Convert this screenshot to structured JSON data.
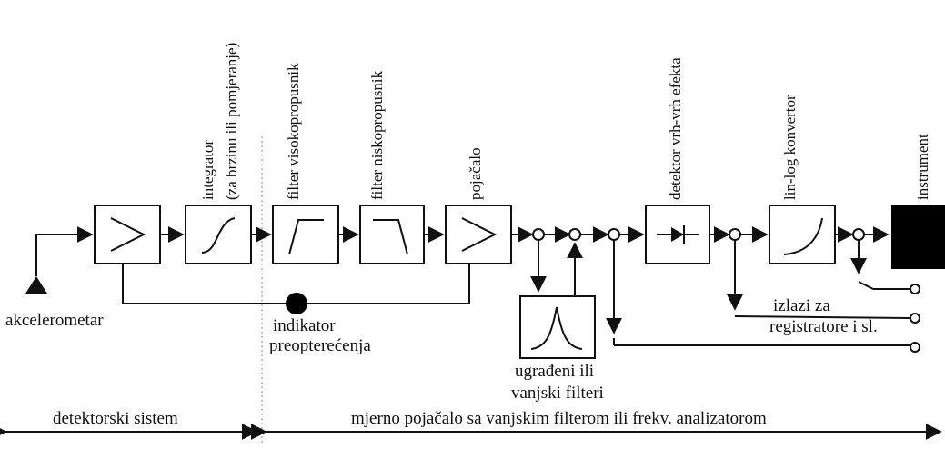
{
  "labels": {
    "sensor": "akcelerometar",
    "integrator_line1": "integrator",
    "integrator_line2": "(za brzinu ili pomjeranje)",
    "highpass": "filter visokopropusnik",
    "lowpass": "filter niskopropusnik",
    "amplifier": "pojačalo",
    "peak_detector": "detektor vrh-vrh efekta",
    "lin_log": "lin-log konvertor",
    "instrument": "instrument",
    "overload_line1": "indikator",
    "overload_line2": "preopterećenja",
    "filters_line1": "ugrađeni ili",
    "filters_line2": "vanjski filteri",
    "outputs_line1": "izlazi za",
    "outputs_line2": "registratore i sl.",
    "span_detector": "detektorski sistem",
    "span_measuring": "mjerno pojačalo sa vanjskim filterom ili frekv. analizatorom"
  }
}
